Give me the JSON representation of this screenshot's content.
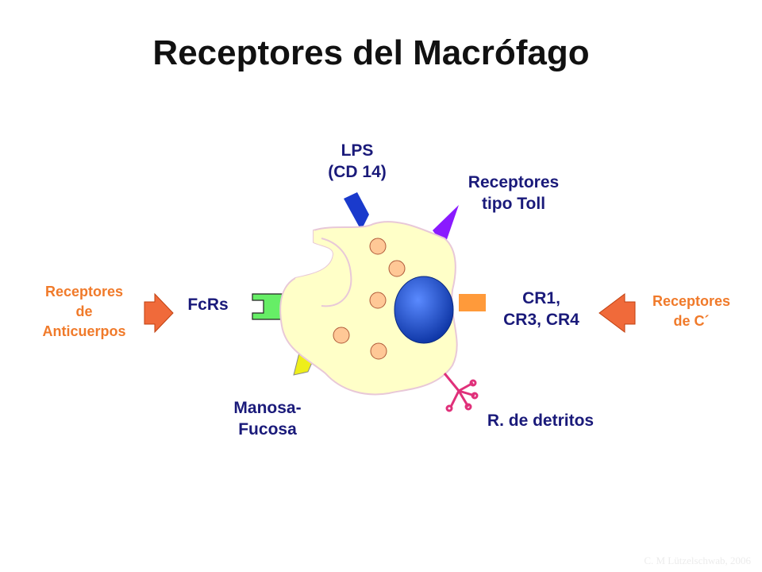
{
  "title": "Receptores del Macrófago",
  "labels": {
    "lps_line1": "LPS",
    "lps_line2": "(CD 14)",
    "toll_line1": "Receptores",
    "toll_line2": "tipo Toll",
    "fcrs": "FcRs",
    "cr_line1": "CR1,",
    "cr_line2": "CR3, CR4",
    "manosa_line1": "Manosa-",
    "manosa_line2": "Fucosa",
    "detritos": "R. de detritos",
    "anticuerpos_line1": "Receptores",
    "anticuerpos_line2": "de",
    "anticuerpos_line3": "Anticuerpos",
    "complemento_line1": "Receptores",
    "complemento_line2": "de C´"
  },
  "credit": "C. M Lützelschwab, 2006",
  "colors": {
    "title": "#111111",
    "receptor_labels": "#1a1a7a",
    "ligand_labels": "#f07a2a",
    "cell_fill": "#ffffc8",
    "cell_border": "#e8c8d8",
    "nucleus": "#1e50c8",
    "granules": "#ffc896",
    "arrows": "#f06a3a",
    "lps_receptor": "#1a3acc",
    "toll_receptor": "#8a1aff",
    "fc_receptor": "#66ee66",
    "cr_receptor": "#ff9a3a",
    "manosa_receptor": "#eeee1a",
    "detritos_receptor": "#e0307a"
  }
}
